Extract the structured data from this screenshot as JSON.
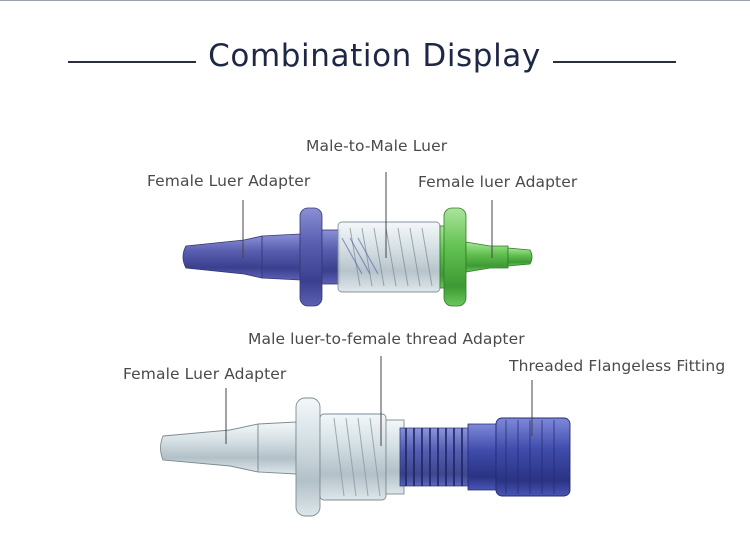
{
  "title": "Combination Display",
  "assembly_1": {
    "label_left": "Female Luer Adapter",
    "label_center": "Male-to-Male Luer",
    "label_right": "Female luer Adapter"
  },
  "assembly_2": {
    "label_center": "Male luer-to-female thread Adapter",
    "label_left": "Female Luer Adapter",
    "label_right": "Threaded Flangeless Fitting"
  },
  "colors": {
    "title": "#1f2747",
    "purple_part": "#5a5fb0",
    "green_part": "#5fbf4f",
    "clear_part": "#c9d6dc",
    "thread_fitting": "#3d4aa8"
  }
}
